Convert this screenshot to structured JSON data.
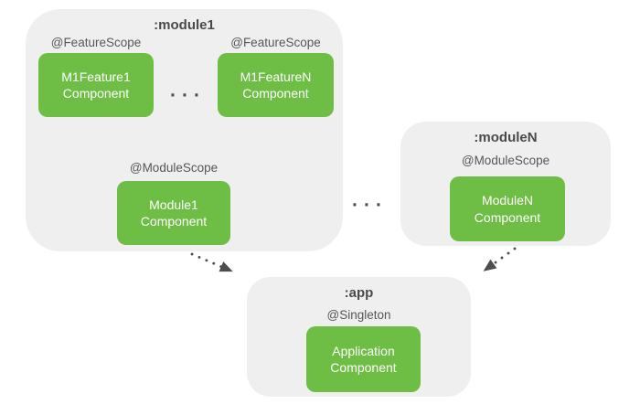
{
  "colors": {
    "component_green": "#6ebe45",
    "container_gray": "#efefef",
    "title_text": "#4a4a4c",
    "scope_text": "#57575a",
    "arrow": "#4d4d4d",
    "component_text": "#ffffff"
  },
  "module1": {
    "title": ":module1",
    "features": [
      {
        "scope": "@FeatureScope",
        "component": "M1Feature1 Component"
      },
      {
        "scope": "@FeatureScope",
        "component": "M1FeatureN Component"
      }
    ],
    "features_ellipsis": "···",
    "module_scope": "@ModuleScope",
    "module_component": "Module1 Component"
  },
  "moduleN": {
    "title": ":moduleN",
    "scope": "@ModuleScope",
    "component": "ModuleN Component"
  },
  "modules_ellipsis": "···",
  "app": {
    "title": ":app",
    "scope": "@Singleton",
    "component": "Application Component"
  }
}
